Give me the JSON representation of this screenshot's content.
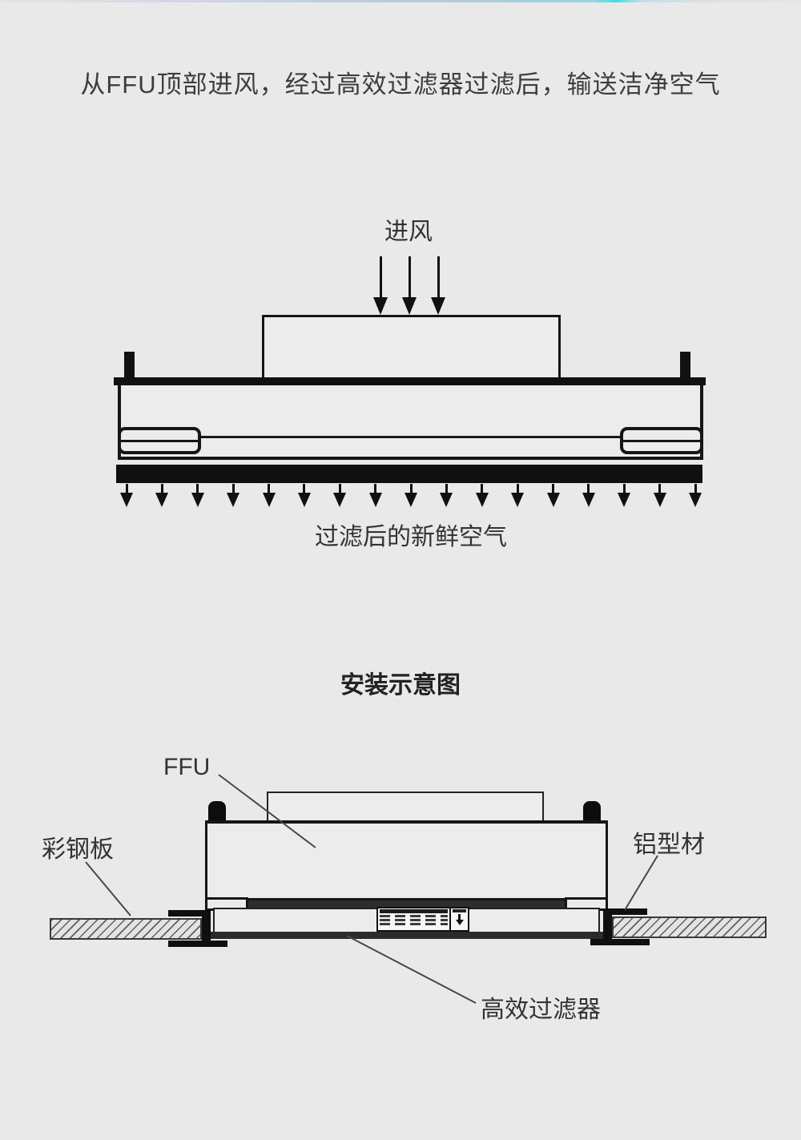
{
  "colors": {
    "background": "#e9e9e9",
    "line": "#161616",
    "text": "#3a3a3a",
    "hatch_fill": "#e3e3e3",
    "top_strip_blue": "#b9c9e0",
    "top_strip_cyan": "#35e3e8"
  },
  "header": {
    "text": "从FFU顶部进风，经过高效过滤器过滤后，输送洁净空气"
  },
  "airflow_diagram": {
    "inlet_label": "进风",
    "outlet_label": "过滤后的新鲜空气",
    "inlet_arrow_count": 3,
    "outlet_arrow_count": 17
  },
  "installation_diagram": {
    "title": "安装示意图",
    "ffu_label": "FFU",
    "steel_panel_label": "彩钢板",
    "aluminum_profile_label": "铝型材",
    "hepa_filter_label": "高效过滤器"
  }
}
